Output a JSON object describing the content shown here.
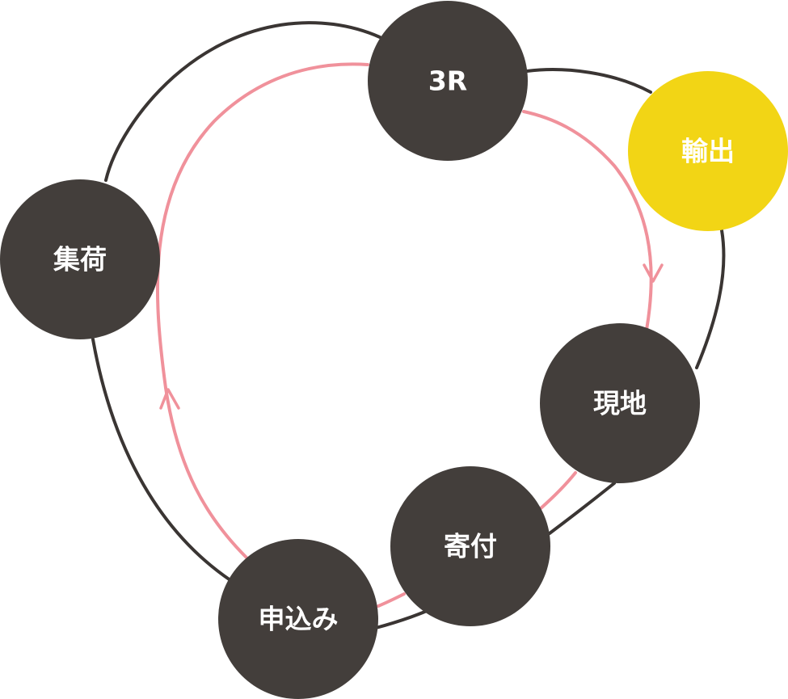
{
  "colors": {
    "background": "#ffffff",
    "outer_loop": "#3a3533",
    "inner_loop": "#f0919b",
    "node_dark": "#433e3b",
    "node_highlight": "#f2d515",
    "label_text": "#ffffff"
  },
  "nodes": {
    "r3": {
      "label": "3R",
      "highlighted": false
    },
    "export": {
      "label": "輸出",
      "highlighted": true
    },
    "collection": {
      "label": "集荷",
      "highlighted": false
    },
    "local": {
      "label": "現地",
      "highlighted": false
    },
    "donation": {
      "label": "寄付",
      "highlighted": false
    },
    "application": {
      "label": "申込み",
      "highlighted": false
    }
  },
  "edges": [
    {
      "loop": "inner",
      "from": "3R",
      "to": "現地",
      "arrow": "chevron-down"
    },
    {
      "loop": "inner",
      "from": "申込み",
      "to": "3R",
      "arrow": "chevron-up"
    }
  ]
}
